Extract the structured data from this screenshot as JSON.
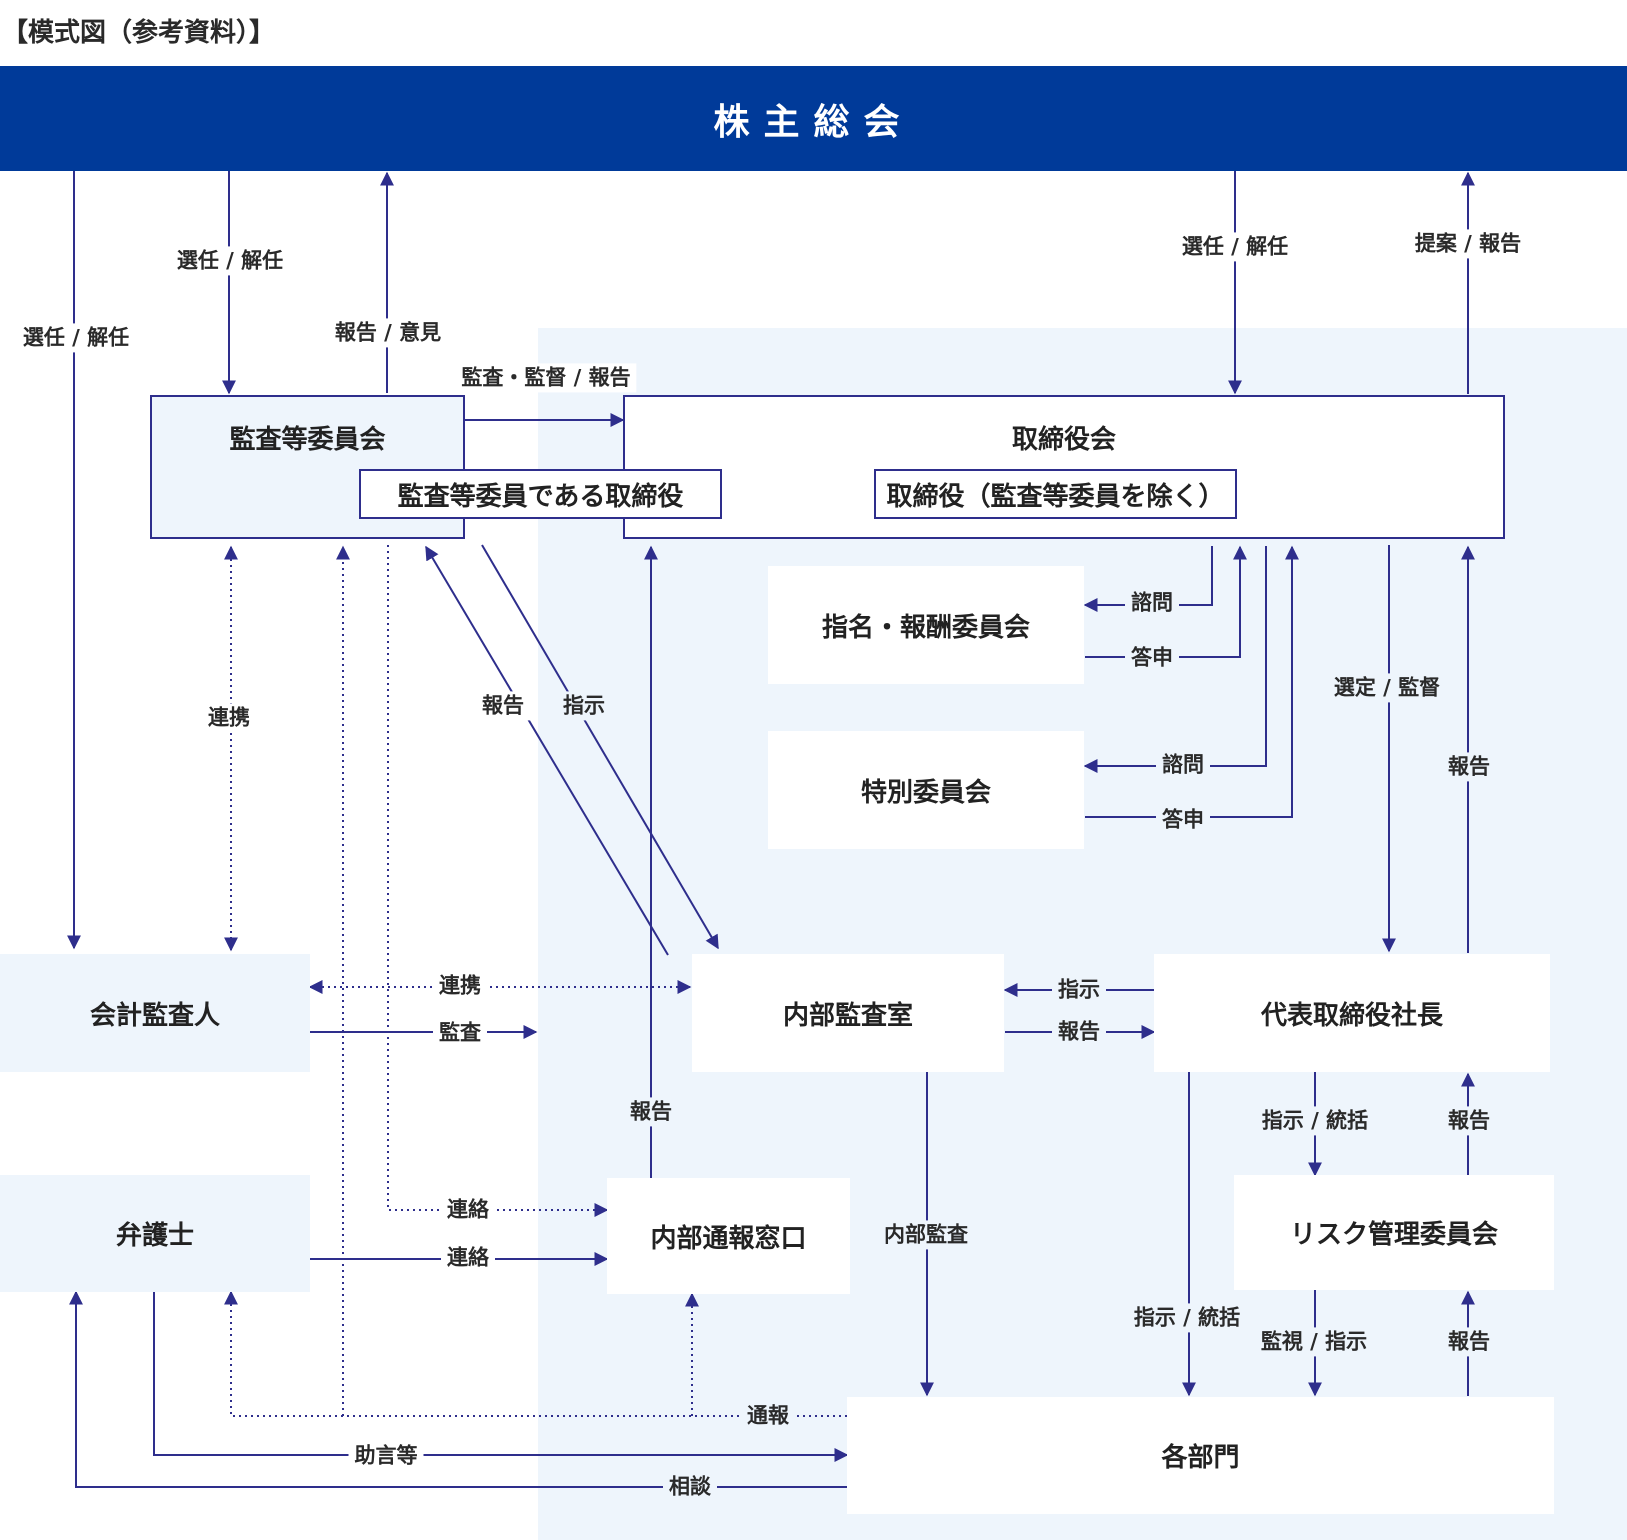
{
  "caption": "【模式図（参考資料）】",
  "shareholders_meeting": "株主総会",
  "nodes": {
    "audit_committee": "監査等委員会",
    "audit_member_director": "監査等委員である取締役",
    "board": "取締役会",
    "other_directors": "取締役（監査等委員を除く）",
    "nomination_committee": "指名・報酬委員会",
    "special_committee": "特別委員会",
    "accounting_auditor": "会計監査人",
    "internal_audit": "内部監査室",
    "president": "代表取締役社長",
    "lawyer": "弁護士",
    "whistleblowing_desk": "内部通報窓口",
    "risk_committee": "リスク管理委員会",
    "departments": "各部門"
  },
  "labels": {
    "elect_dismiss_auditor_acct": "選任 / 解任",
    "elect_dismiss_audit_comm": "選任 / 解任",
    "report_opinion": "報告 / 意見",
    "audit_supervise_report": "監査・監督 / 報告",
    "elect_dismiss_board": "選任 / 解任",
    "proposal_report": "提案 / 報告",
    "consult_1": "諮問",
    "answer_1": "答申",
    "consult_2": "諮問",
    "answer_2": "答申",
    "select_supervise": "選定 / 監督",
    "report_pres_board": "報告",
    "cooperation_vertical": "連携",
    "report_ia_ac": "報告",
    "instruct_ac_ia": "指示",
    "cooperation_horizontal": "連携",
    "audit_acct": "監査",
    "instruct_pres_ia": "指示",
    "report_ia_pres": "報告",
    "report_desk_board": "報告",
    "instruct_oversee_risk": "指示 / 統括",
    "report_risk_pres": "報告",
    "contact_dotted": "連絡",
    "contact_lawyer": "連絡",
    "internal_audit_dept": "内部監査",
    "instruct_oversee_dept": "指示 / 統括",
    "monitor_instruct": "監視 / 指示",
    "report_dept_risk": "報告",
    "notify": "通報",
    "advice": "助言等",
    "consultation": "相談"
  },
  "colors": {
    "banner": "#003a99",
    "arrow": "#2e2e8c",
    "pale_region": "#eef5fc",
    "box_border": "#2e2e8c"
  }
}
